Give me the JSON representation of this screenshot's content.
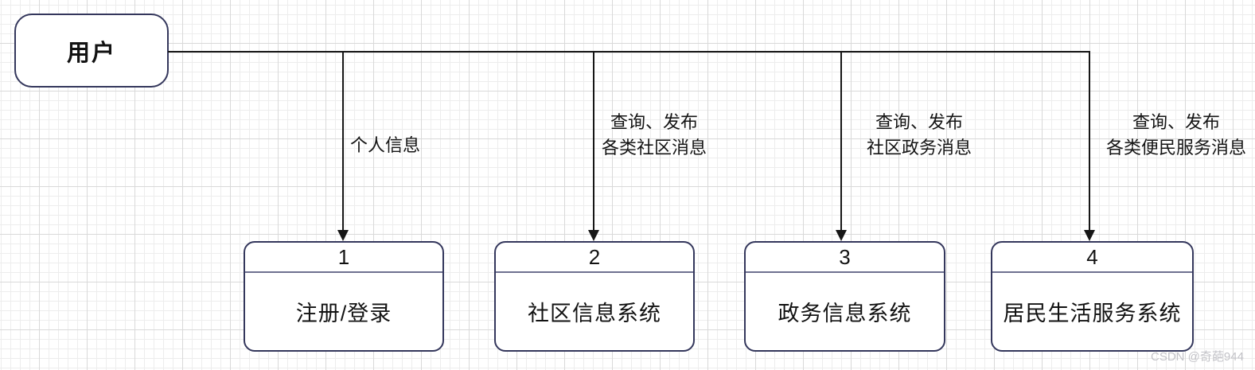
{
  "diagram": {
    "user_node": {
      "label": "用户"
    },
    "edges": [
      {
        "lines": [
          "个人信息",
          ""
        ]
      },
      {
        "lines": [
          "查询、发布",
          "各类社区消息"
        ]
      },
      {
        "lines": [
          "查询、发布",
          "社区政务消息"
        ]
      },
      {
        "lines": [
          "查询、发布",
          "各类便民服务消息"
        ]
      }
    ],
    "nodes": [
      {
        "number": "1",
        "label": "注册/登录"
      },
      {
        "number": "2",
        "label": "社区信息系统"
      },
      {
        "number": "3",
        "label": "政务信息系统"
      },
      {
        "number": "4",
        "label": "居民生活服务系统"
      }
    ]
  },
  "watermark": {
    "text": "CSDN @奇葩944"
  },
  "colors": {
    "node_border": "#34375c",
    "connector_line": "#161616",
    "node_divider": "#6e7190",
    "grid_minor": "#ededed",
    "grid_major": "#d9d9d9",
    "watermark": "#c3c3c8",
    "text": "#121212"
  }
}
